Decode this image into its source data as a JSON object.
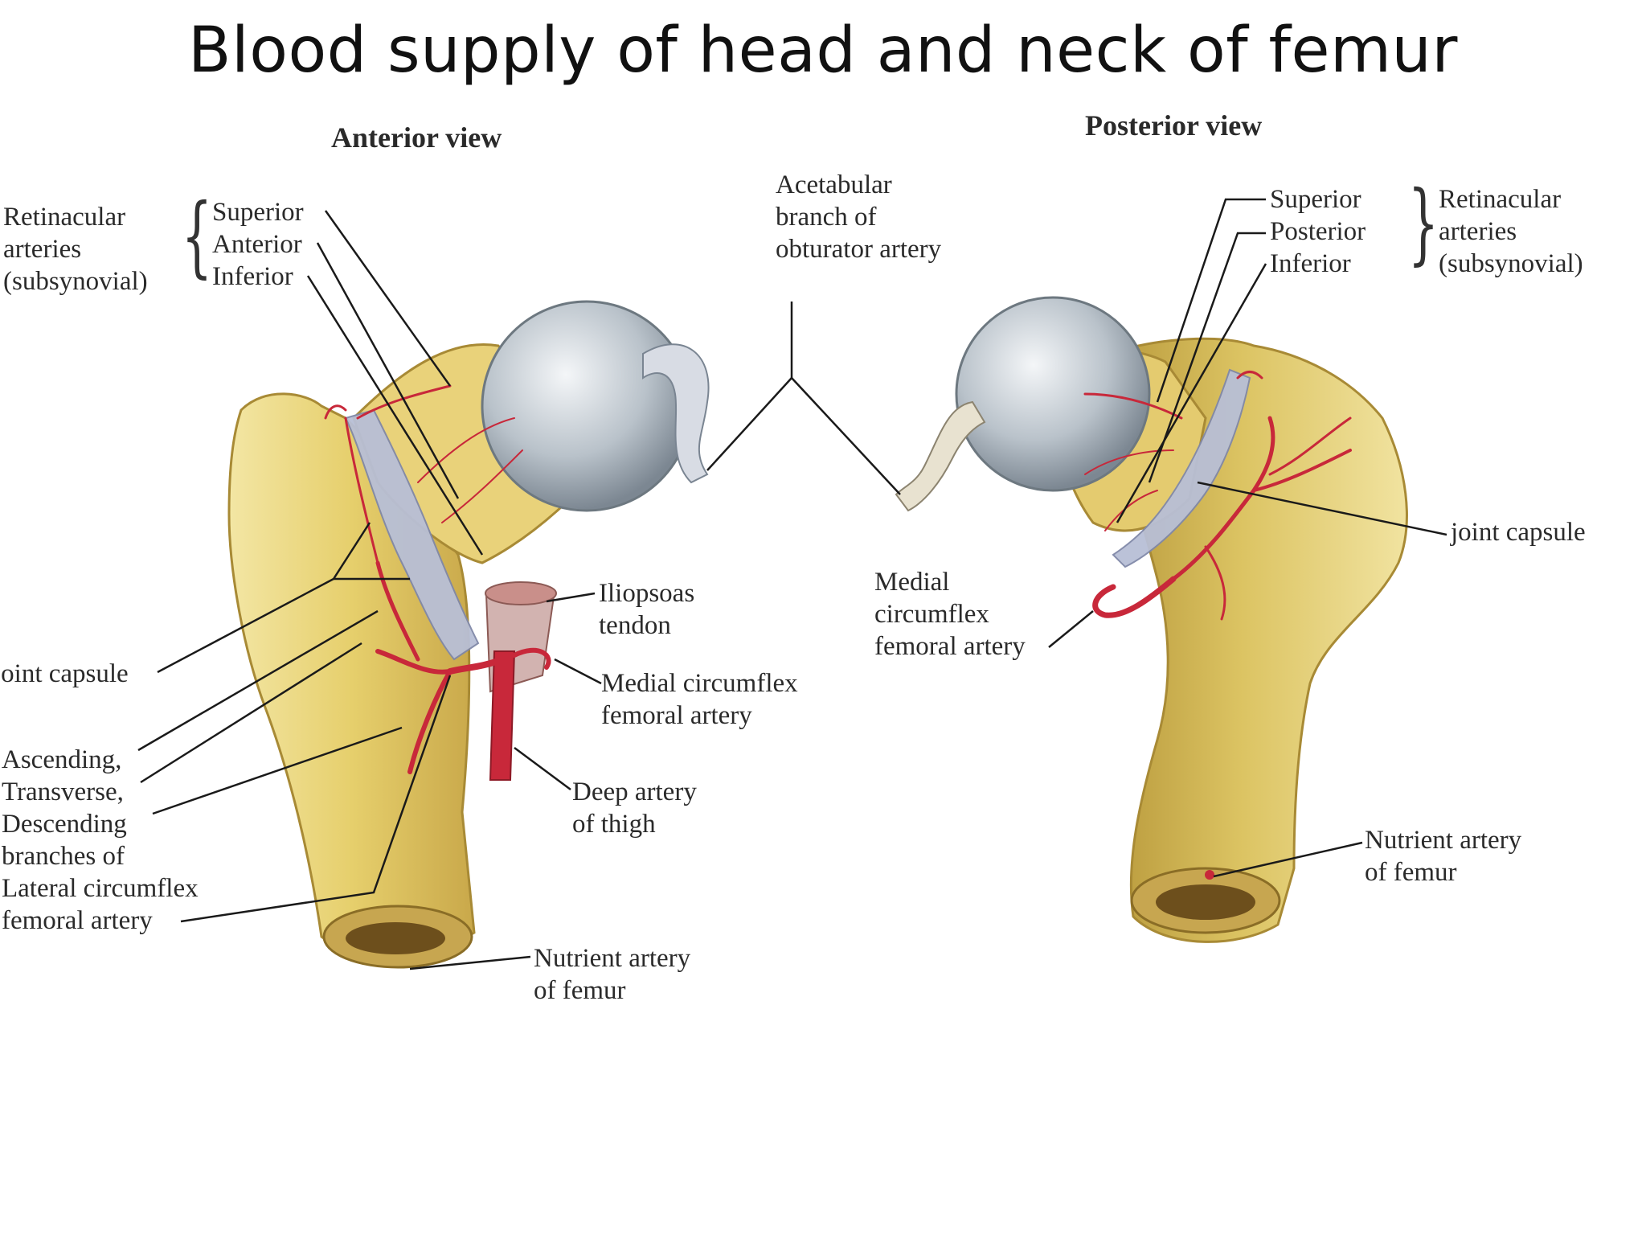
{
  "title": "Blood supply of head and neck of femur",
  "anterior": {
    "view_title": "Anterior view",
    "retinacular_group": [
      "Retinacular",
      "arteries",
      "(subsynovial)"
    ],
    "retinacular_branches": [
      "Superior",
      "Anterior",
      "Inferior"
    ],
    "joint_capsule": "joint capsule",
    "lateral_branches": [
      "Ascending,",
      "Transverse,",
      "Descending",
      "branches of",
      "Lateral circumflex",
      "femoral artery"
    ],
    "iliopsoas": [
      "Iliopsoas",
      "tendon"
    ],
    "medial_circumflex": [
      "Medial circumflex",
      "femoral artery"
    ],
    "deep_artery": [
      "Deep artery",
      "of thigh"
    ],
    "nutrient": [
      "Nutrient artery",
      "of femur"
    ]
  },
  "center": {
    "acetabular": [
      "Acetabular",
      "branch of",
      "obturator artery"
    ]
  },
  "posterior": {
    "view_title": "Posterior view",
    "retinacular_branches": [
      "Superior",
      "Posterior",
      "Inferior"
    ],
    "retinacular_group": [
      "Retinacular",
      "arteries",
      "(subsynovial)"
    ],
    "joint_capsule": "joint capsule",
    "medial_circumflex": [
      "Medial",
      "circumflex",
      "femoral artery"
    ],
    "nutrient": [
      "Nutrient artery",
      "of femur"
    ]
  },
  "colors": {
    "bone": "#e8d37a",
    "bone_dark": "#b99a3c",
    "cartilage": "#c4ccd2",
    "artery": "#c8283a",
    "capsule": "#b8bfd6",
    "leader_line": "#1a1a1a"
  }
}
